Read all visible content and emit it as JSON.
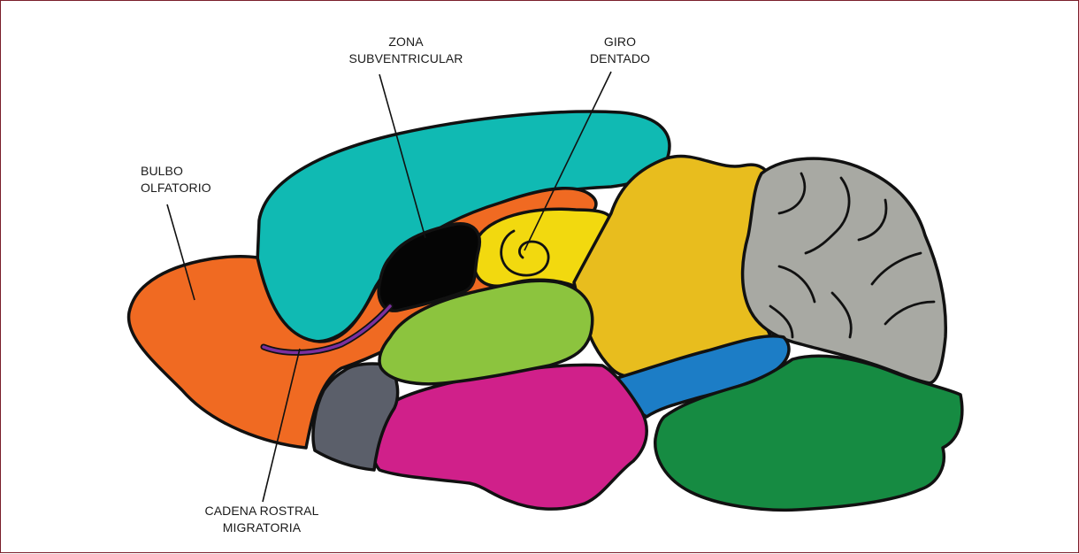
{
  "labels": {
    "subventricular_zone": [
      "ZONA",
      "SUBVENTRICULAR"
    ],
    "dentate_gyrus": [
      "GIRO",
      "DENTADO"
    ],
    "olfactory_bulb": [
      "BULBO",
      "OLFATORIO"
    ],
    "rostral_migratory_stream": [
      "CADENA ROSTRAL",
      "MIGRATORIA"
    ]
  },
  "colors": {
    "frame_border": "#7a1f2b",
    "olfactory_bulb": "#f06a22",
    "cortex": "#10bab3",
    "subventricular_zone": "#050505",
    "hippocampus": "#f2d90f",
    "midbrain": "#e8bd1e",
    "cerebellum": "#a8a9a3",
    "thalamus": "#8cc43e",
    "hypothalamus": "#d0208a",
    "basal_forebrain": "#5b5f6a",
    "pons": "#1c7dc6",
    "medulla": "#168b42",
    "migratory_stream": "#7b2f9e"
  }
}
